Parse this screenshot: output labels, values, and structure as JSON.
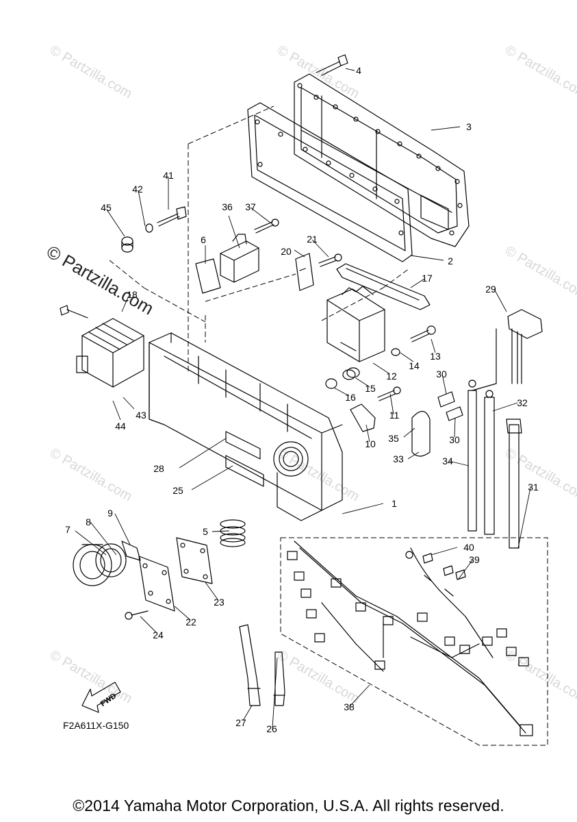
{
  "diagram": {
    "drawing_code": "F2A611X-G150",
    "fwd_label": "FWD",
    "copyright": "©2014 Yamaha Motor Corporation, U.S.A. All rights reserved.",
    "watermark_text": "© Partzilla.com",
    "callouts": [
      "1",
      "2",
      "3",
      "4",
      "5",
      "6",
      "7",
      "8",
      "9",
      "10",
      "11",
      "12",
      "13",
      "14",
      "15",
      "16",
      "17",
      "18",
      "20",
      "21",
      "22",
      "23",
      "24",
      "25",
      "26",
      "27",
      "28",
      "29",
      "30",
      "30",
      "31",
      "32",
      "33",
      "34",
      "35",
      "36",
      "37",
      "38",
      "39",
      "40",
      "41",
      "42",
      "43",
      "44",
      "45"
    ]
  }
}
